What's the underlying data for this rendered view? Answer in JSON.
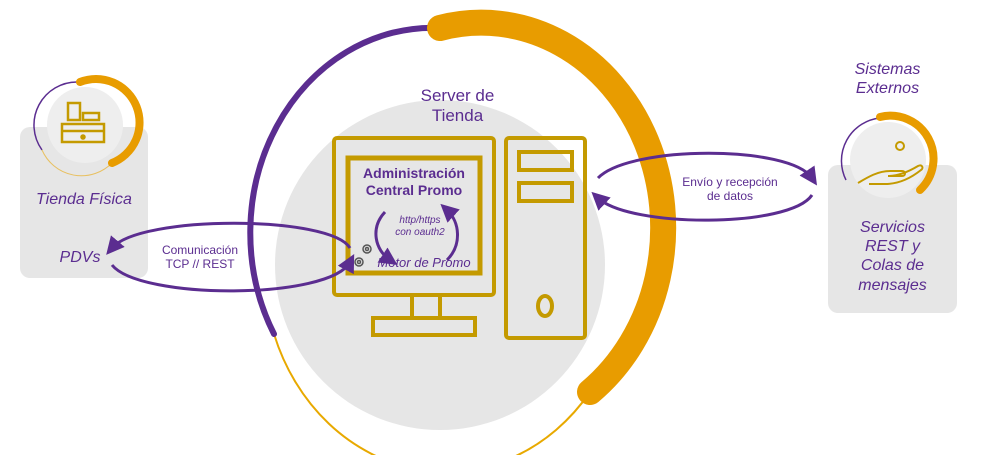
{
  "server": {
    "title_line1": "Server de",
    "title_line2": "Tienda"
  },
  "screen": {
    "admin_line1": "Administración",
    "admin_line2": "Central Promo",
    "protocol_line1": "http/https",
    "protocol_line2": "con oauth2",
    "engine": "Motor de Promo"
  },
  "left": {
    "title": "Tienda Física",
    "pdvs": "PDVs",
    "comm_line1": "Comunicación",
    "comm_line2": "TCP // REST"
  },
  "right": {
    "header_line1": "Sistemas",
    "header_line2": "Externos",
    "services": [
      "Servicios",
      "REST y",
      "Colas de",
      "mensajes"
    ],
    "exchange_line1": "Envío y recepción",
    "exchange_line2": "de datos"
  },
  "colors": {
    "purple": "#5b2d90",
    "orange": "#e89c00",
    "gold": "#c49a00",
    "grey": "#e6e6e6"
  }
}
